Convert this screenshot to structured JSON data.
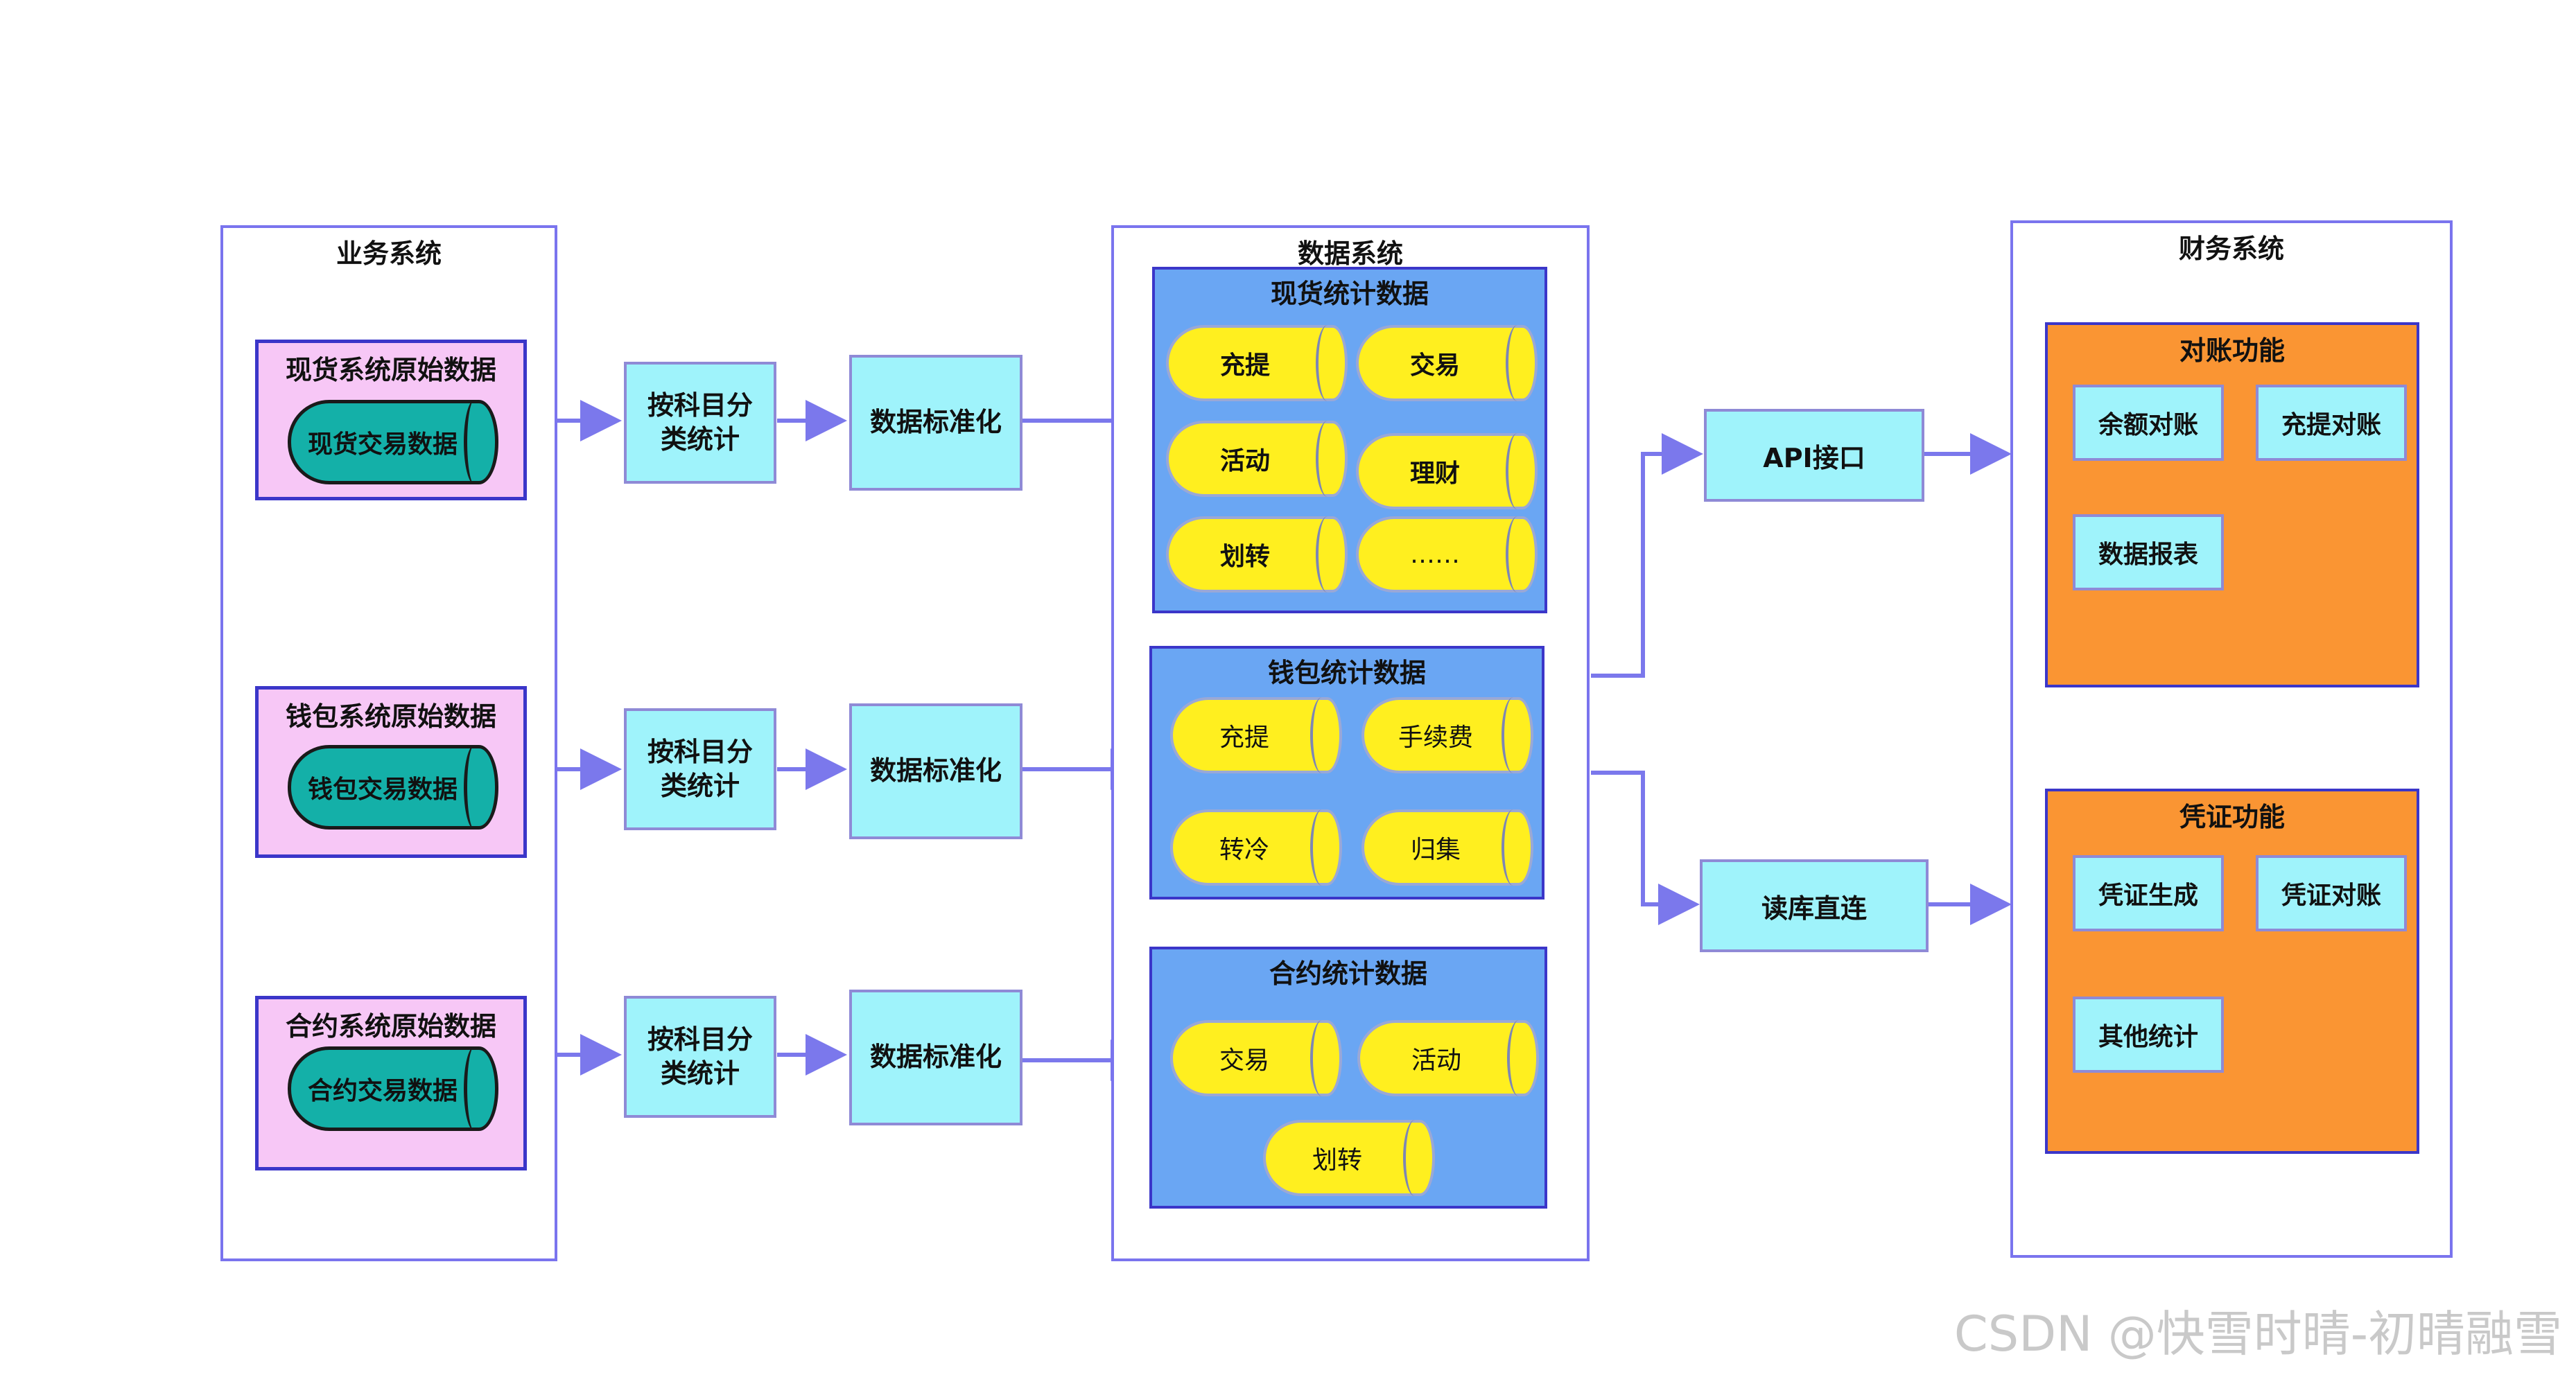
{
  "business_system": {
    "title": "业务系统",
    "sources": [
      {
        "title": "现货系统原始数据",
        "db": "现货交易数据"
      },
      {
        "title": "钱包系统原始数据",
        "db": "钱包交易数据"
      },
      {
        "title": "合约系统原始数据",
        "db": "合约交易数据"
      }
    ]
  },
  "pipeline": {
    "classify_label": "按科目分\n类统计",
    "normalize_label": "数据标准化"
  },
  "data_system": {
    "title": "数据系统",
    "panels": [
      {
        "title": "现货统计数据",
        "items": [
          "充提",
          "交易",
          "活动",
          "理财",
          "划转",
          "……"
        ]
      },
      {
        "title": "钱包统计数据",
        "items": [
          "充提",
          "手续费",
          "转冷",
          "归集"
        ]
      },
      {
        "title": "合约统计数据",
        "items": [
          "交易",
          "活动",
          "划转"
        ]
      }
    ]
  },
  "interfaces": {
    "api": "API接口",
    "direct": "读库直连"
  },
  "finance_system": {
    "title": "财务系统",
    "reconcile": {
      "title": "对账功能",
      "items": [
        "余额对账",
        "充提对账",
        "数据报表"
      ]
    },
    "voucher": {
      "title": "凭证功能",
      "items": [
        "凭证生成",
        "凭证对账",
        "其他统计"
      ]
    }
  },
  "watermark": "CSDN @快雪时晴-初晴融雪",
  "colors": {
    "group_border": "#7a74ee",
    "source_fill": "#f7c7f6",
    "teal": "#14b0a8",
    "step_fill": "#9ff3fb",
    "panel_fill": "#6aa6f3",
    "pill_fill": "#ffef1f",
    "function_fill": "#fa9533",
    "arrow": "#7b78ec"
  }
}
